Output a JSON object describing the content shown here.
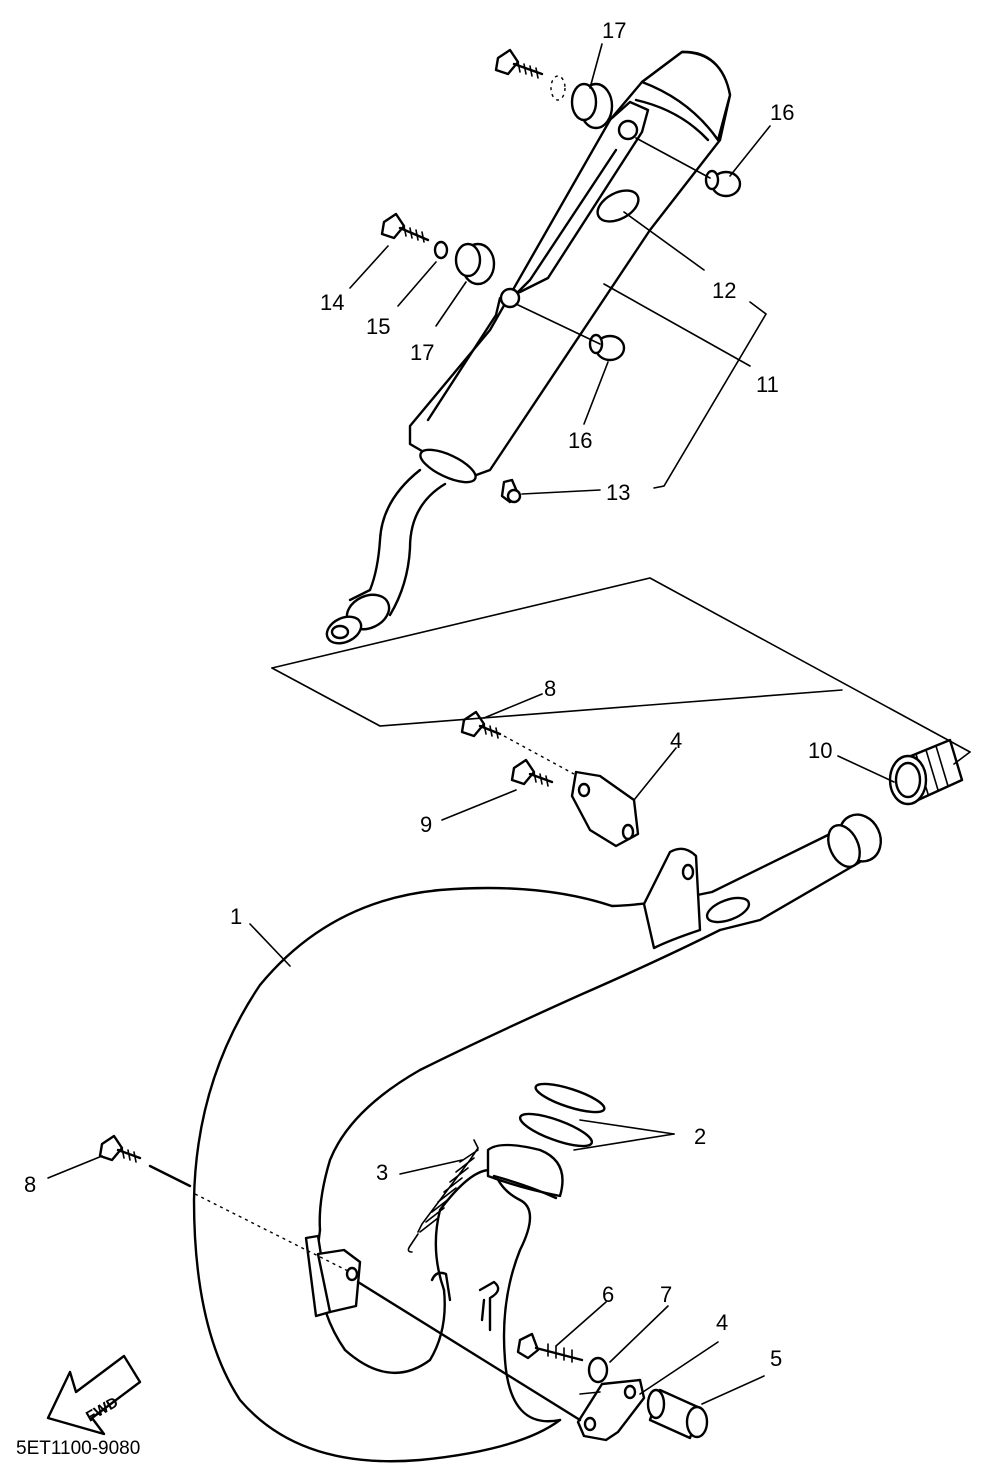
{
  "diagram_code": "5ET1100-9080",
  "fwd_label": "FWD",
  "callouts": {
    "c1": "1",
    "c2": "2",
    "c3": "3",
    "c4a": "4",
    "c4b": "4",
    "c5": "5",
    "c6": "6",
    "c7": "7",
    "c8a": "8",
    "c8b": "8",
    "c9": "9",
    "c10": "10",
    "c11": "11",
    "c12": "12",
    "c13": "13",
    "c14": "14",
    "c15": "15",
    "c16a": "16",
    "c16b": "16",
    "c17a": "17",
    "c17b": "17"
  }
}
